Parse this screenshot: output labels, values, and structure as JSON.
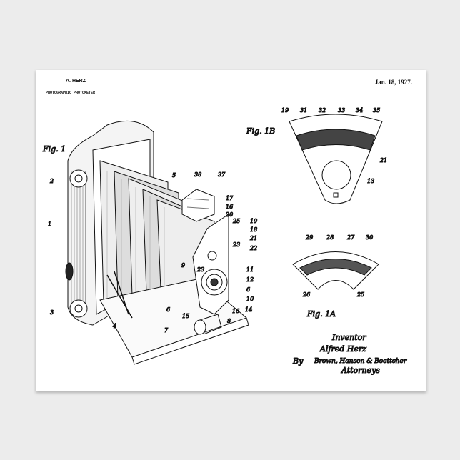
{
  "header": {
    "inventor": "A. HERZ",
    "title": "PHOTOGRAPHIC PHOTOMETER",
    "date": "Jan. 18, 1927."
  },
  "figures": {
    "fig1": "Fig. 1",
    "fig1b": "Fig. 1B",
    "fig1a": "Fig. 1A"
  },
  "fig1_labels": [
    "2",
    "1",
    "3",
    "4",
    "5",
    "38",
    "37",
    "17",
    "16",
    "20",
    "25",
    "19",
    "18",
    "21",
    "23",
    "22",
    "9",
    "23",
    "11",
    "12",
    "6",
    "10",
    "6",
    "14",
    "16",
    "15",
    "7",
    "8"
  ],
  "fig1b_labels": [
    "19",
    "31",
    "32",
    "33",
    "34",
    "35",
    "21",
    "13"
  ],
  "fig1a_labels": [
    "29",
    "28",
    "27",
    "30",
    "26",
    "25"
  ],
  "signature": {
    "inventor_label": "Inventor",
    "inventor_name": "Alfred Herz",
    "by": "By",
    "attorneys_name": "Brown, Hanson & Boettcher",
    "attorneys_label": "Attorneys"
  }
}
